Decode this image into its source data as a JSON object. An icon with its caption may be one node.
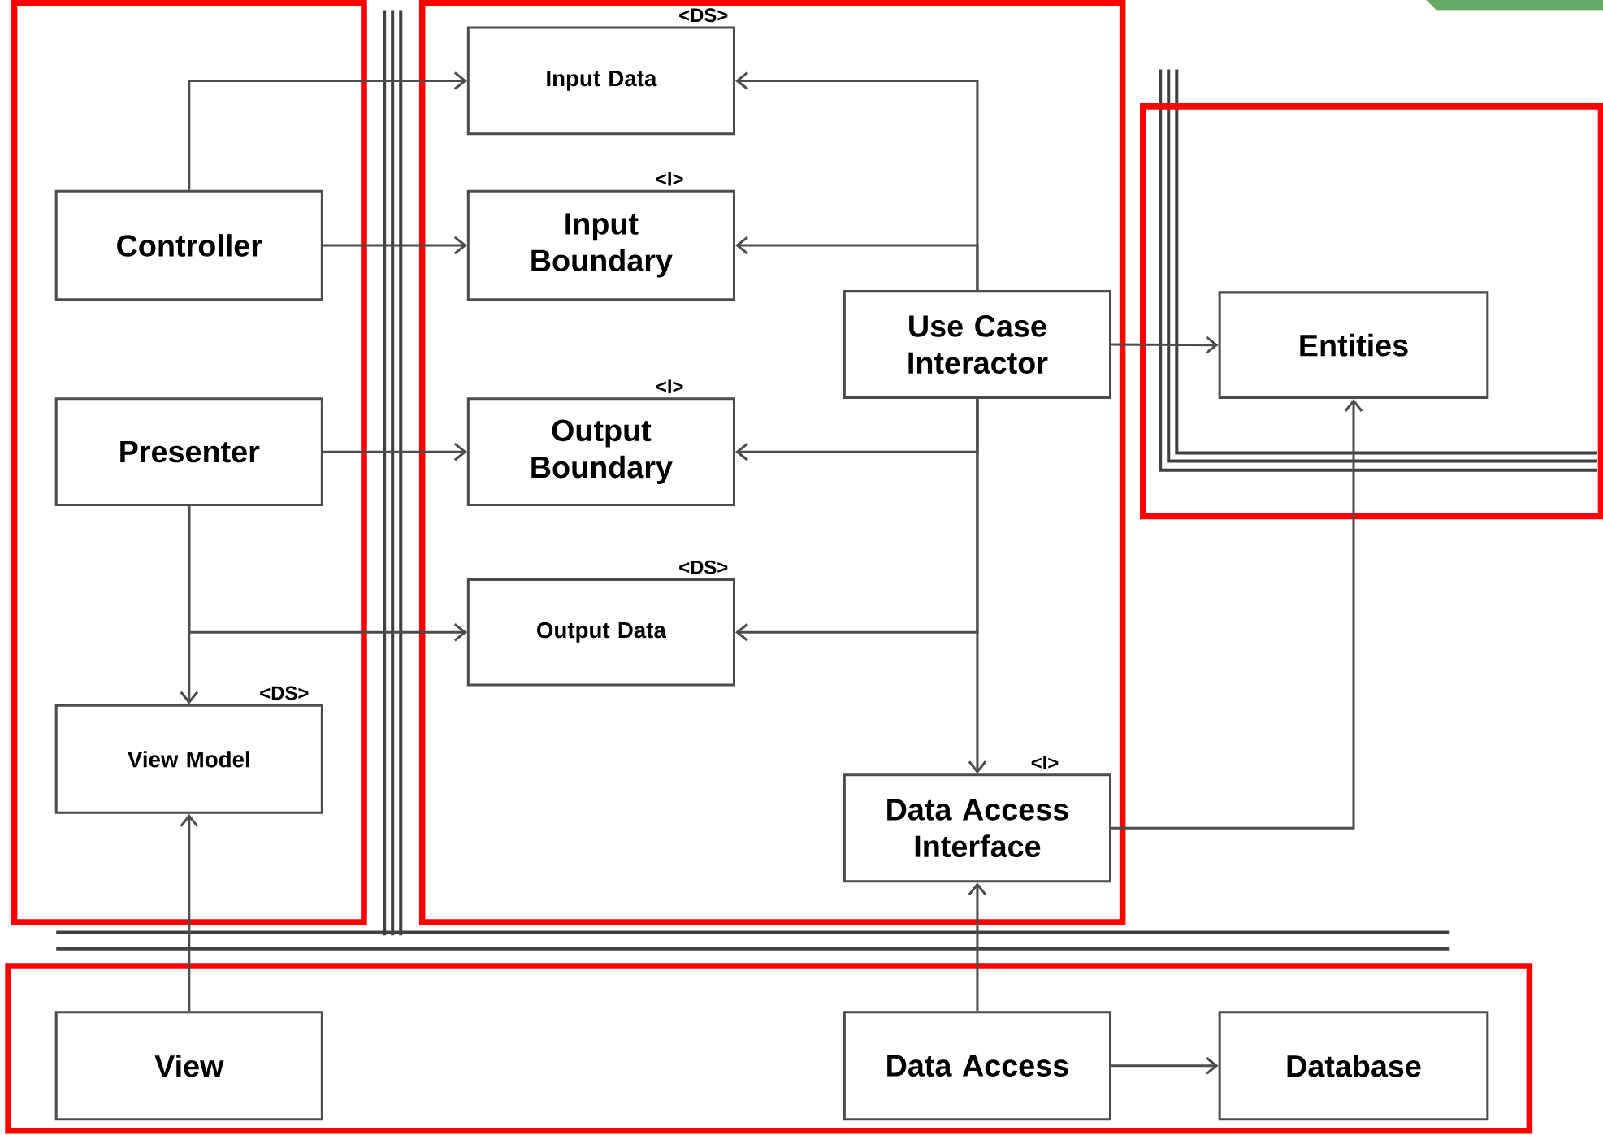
{
  "diagram": {
    "nodes": [
      {
        "text": [],
        "shape": "box"
      },
      {
        "text": [
          "Controller"
        ],
        "in": 0
      },
      {
        "text": [
          "Presenter"
        ],
        "in": 0
      },
      {
        "text": [
          "<DS>",
          "View Model"
        ],
        "in": 0
      },
      {
        "text": [],
        "shape": "box"
      },
      {
        "text": [
          "<DS>",
          "Input Data"
        ],
        "in": 4
      },
      {
        "text": [
          "<I>",
          "Input Boundary"
        ],
        "in": 4
      },
      {
        "text": [
          "<I>",
          "Output Boundary"
        ],
        "in": 4
      },
      {
        "text": [
          "<DS>",
          "Output Data"
        ],
        "in": 4
      },
      {
        "text": [
          "Use Case Interactor"
        ],
        "in": 4
      },
      {
        "text": [
          "<I>",
          "Data Access Interface"
        ],
        "in": 4
      },
      {
        "text": [],
        "shape": "box"
      },
      {
        "text": [
          "Entities"
        ],
        "in": 11
      },
      {
        "text": [],
        "shape": "box"
      },
      {
        "text": [
          "View"
        ],
        "in": 13
      },
      {
        "text": [
          "Data Access"
        ],
        "in": 13
      },
      {
        "text": [
          "Database"
        ],
        "in": 13
      }
    ],
    "edges": [
      {
        "from": 1,
        "to": 5,
        "arrow": "to"
      },
      {
        "from": 1,
        "to": 6,
        "arrow": "to"
      },
      {
        "from": 9,
        "to": 5,
        "arrow": "to"
      },
      {
        "from": 9,
        "to": 6,
        "arrow": "to"
      },
      {
        "from": 2,
        "to": 7,
        "arrow": "to"
      },
      {
        "from": 9,
        "to": 7,
        "arrow": "to"
      },
      {
        "from": 9,
        "to": 8,
        "arrow": "to"
      },
      {
        "from": 2,
        "to": 3,
        "arrow": "to"
      },
      {
        "from": 2,
        "to": 8,
        "arrow": "to"
      },
      {
        "from": 9,
        "to": 10,
        "arrow": "to"
      },
      {
        "from": 9,
        "to": 12,
        "arrow": "to"
      },
      {
        "from": 10,
        "to": 12,
        "arrow": "to"
      },
      {
        "from": 15,
        "to": 10,
        "arrow": "to"
      },
      {
        "from": 15,
        "to": 16,
        "arrow": "to"
      },
      {
        "from": 14,
        "to": 3,
        "arrow": "to"
      }
    ]
  }
}
